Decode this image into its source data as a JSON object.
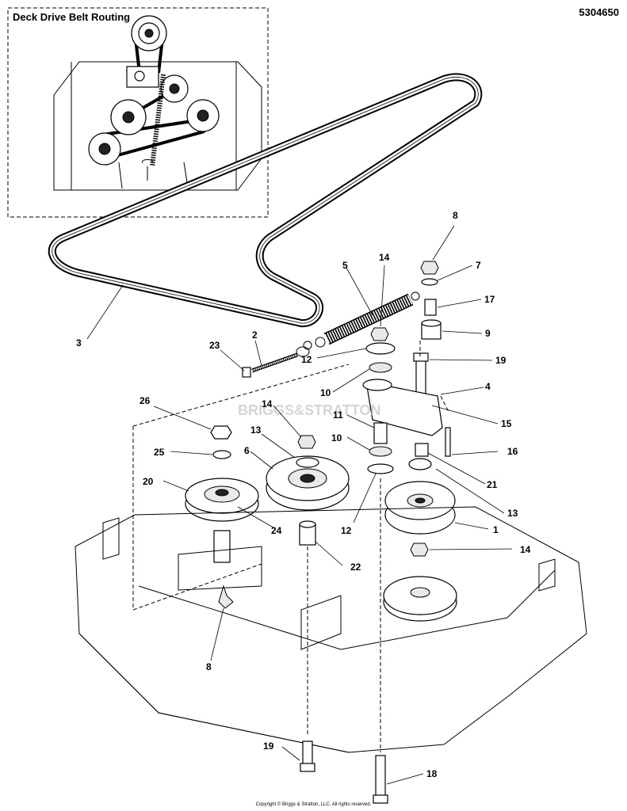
{
  "document": {
    "id": "5304650",
    "inset_title": "Deck Drive Belt Routing",
    "copyright": "Copyright © Briggs & Stratton, LLC. All rights reserved.",
    "watermark": "BRIGGS&STRATTON"
  },
  "callouts": [
    {
      "label": "8"
    },
    {
      "label": "7"
    },
    {
      "label": "14"
    },
    {
      "label": "5"
    },
    {
      "label": "17"
    },
    {
      "label": "9"
    },
    {
      "label": "3"
    },
    {
      "label": "2"
    },
    {
      "label": "23"
    },
    {
      "label": "12"
    },
    {
      "label": "19"
    },
    {
      "label": "4"
    },
    {
      "label": "10"
    },
    {
      "label": "15"
    },
    {
      "label": "26"
    },
    {
      "label": "14"
    },
    {
      "label": "11"
    },
    {
      "label": "13"
    },
    {
      "label": "10"
    },
    {
      "label": "16"
    },
    {
      "label": "25"
    },
    {
      "label": "6"
    },
    {
      "label": "21"
    },
    {
      "label": "20"
    },
    {
      "label": "13"
    },
    {
      "label": "24"
    },
    {
      "label": "12"
    },
    {
      "label": "1"
    },
    {
      "label": "14"
    },
    {
      "label": "22"
    },
    {
      "label": "8"
    },
    {
      "label": "19"
    },
    {
      "label": "18"
    }
  ]
}
